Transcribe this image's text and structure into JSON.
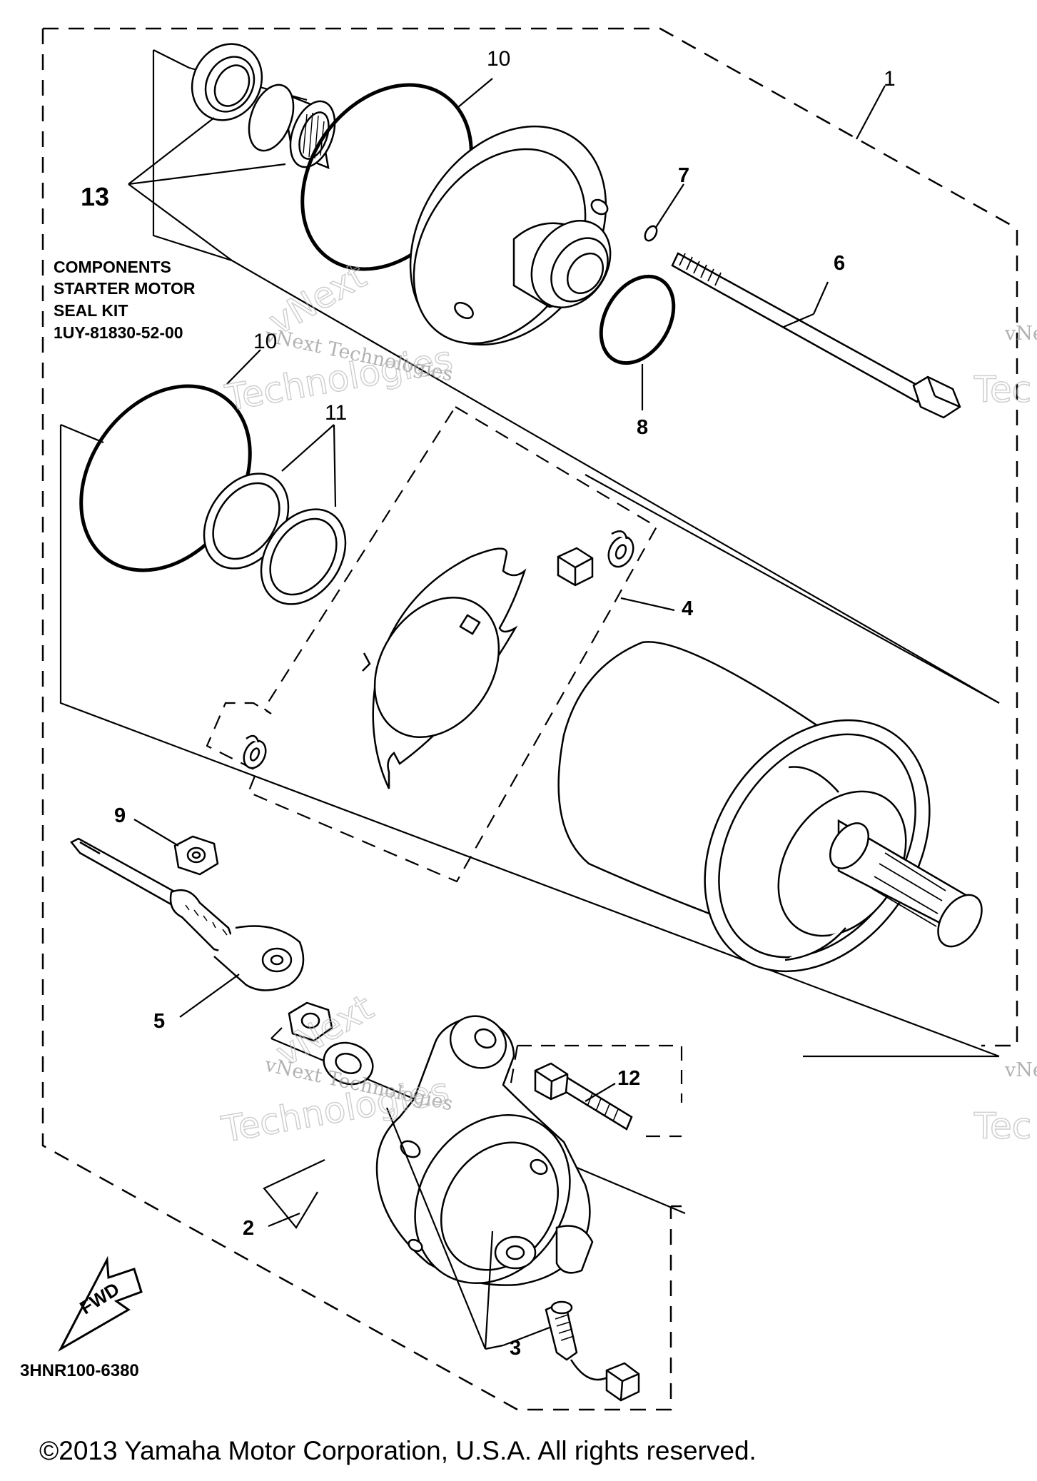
{
  "diagram": {
    "callouts": {
      "c1": "1",
      "c2": "2",
      "c3": "3",
      "c4": "4",
      "c5": "5",
      "c6": "6",
      "c7": "7",
      "c8": "8",
      "c9": "9",
      "c10a": "10",
      "c10b": "10",
      "c11": "11",
      "c12": "12",
      "c13": "13"
    },
    "components_note": {
      "line1": "COMPONENTS",
      "line2": "STARTER MOTOR",
      "line3": "SEAL KIT",
      "line4": "1UY-81830-52-00"
    },
    "fwd_label": "FWD",
    "drawing_code": "3HNR100-6380",
    "watermark": {
      "name": "vNext Technologies",
      "word1": "vNext",
      "word2": "Technologies",
      "partial_v": "vNe",
      "partial_t": "Tec"
    },
    "copyright": "©2013 Yamaha Motor Corporation, U.S.A. All rights reserved."
  }
}
